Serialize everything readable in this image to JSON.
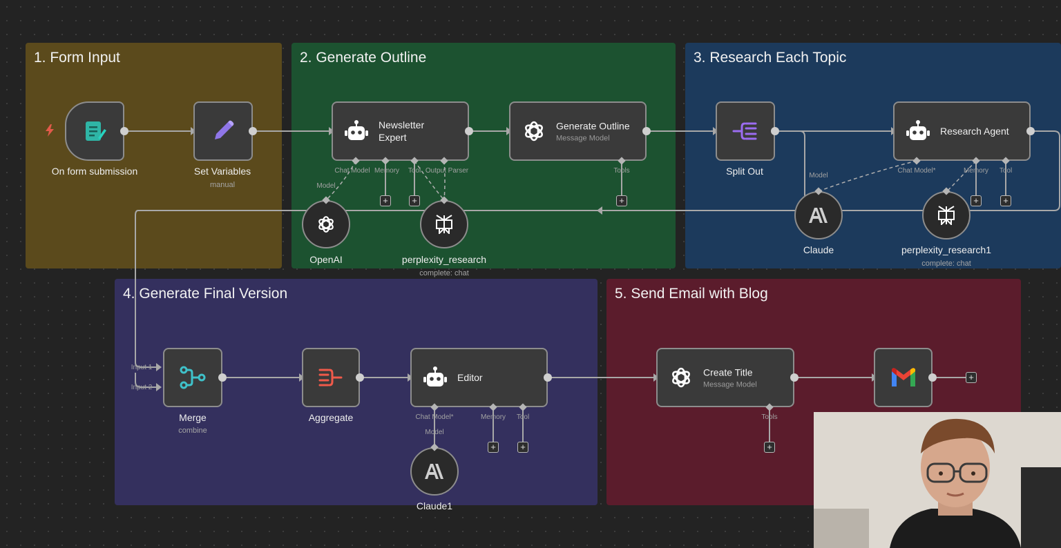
{
  "groups": {
    "g1": "1. Form Input",
    "g2": "2. Generate Outline",
    "g3": "3. Research Each Topic",
    "g4": "4. Generate Final Version",
    "g5": "5. Send Email with Blog"
  },
  "colors": {
    "g1": "#5b4a1c",
    "g2": "#1c5230",
    "g3": "#1c3a5c",
    "g4": "#34305e",
    "g5": "#5b1c2c"
  },
  "nodes": {
    "form": {
      "label": "On form submission",
      "icon": "form-icon"
    },
    "setvars": {
      "label": "Set Variables",
      "sub": "manual",
      "icon": "pencil-icon"
    },
    "newsletter": {
      "title": "Newsletter\nExpert",
      "icon": "robot-icon"
    },
    "genoutline": {
      "title": "Generate Outline",
      "sub": "Message Model",
      "icon": "openai-icon"
    },
    "openai": {
      "label": "OpenAI",
      "icon": "openai-icon"
    },
    "perplexity": {
      "label": "perplexity_research",
      "sub": "complete: chat",
      "icon": "perplexity-icon"
    },
    "splitout": {
      "label": "Split Out",
      "icon": "split-out-icon"
    },
    "research": {
      "title": "Research Agent",
      "icon": "robot-icon"
    },
    "claude": {
      "label": "Claude",
      "icon": "anthropic-icon"
    },
    "perplexity1": {
      "label": "perplexity_research1",
      "sub": "complete: chat",
      "icon": "perplexity-icon"
    },
    "merge": {
      "label": "Merge",
      "sub": "combine",
      "icon": "merge-icon"
    },
    "aggregate": {
      "label": "Aggregate",
      "icon": "aggregate-icon"
    },
    "editor": {
      "title": "Editor",
      "icon": "robot-icon"
    },
    "claude1": {
      "label": "Claude1",
      "icon": "anthropic-icon"
    },
    "createtitle": {
      "title": "Create Title",
      "sub": "Message Model",
      "icon": "openai-icon"
    },
    "gmail": {
      "icon": "gmail-icon"
    }
  },
  "ports": {
    "newsletter": [
      "Chat Model",
      "Memory",
      "Tool",
      "Output Parser"
    ],
    "newsletter_model": "Model",
    "genoutline": [
      "Tools"
    ],
    "research": [
      "Chat Model*",
      "Memory",
      "Tool"
    ],
    "research_model": "Model",
    "merge": [
      "Input 1",
      "Input 2"
    ],
    "editor": [
      "Chat Model*",
      "Memory",
      "Tool"
    ],
    "editor_model": "Model",
    "createtitle": [
      "Tools"
    ]
  },
  "add_label": "+"
}
